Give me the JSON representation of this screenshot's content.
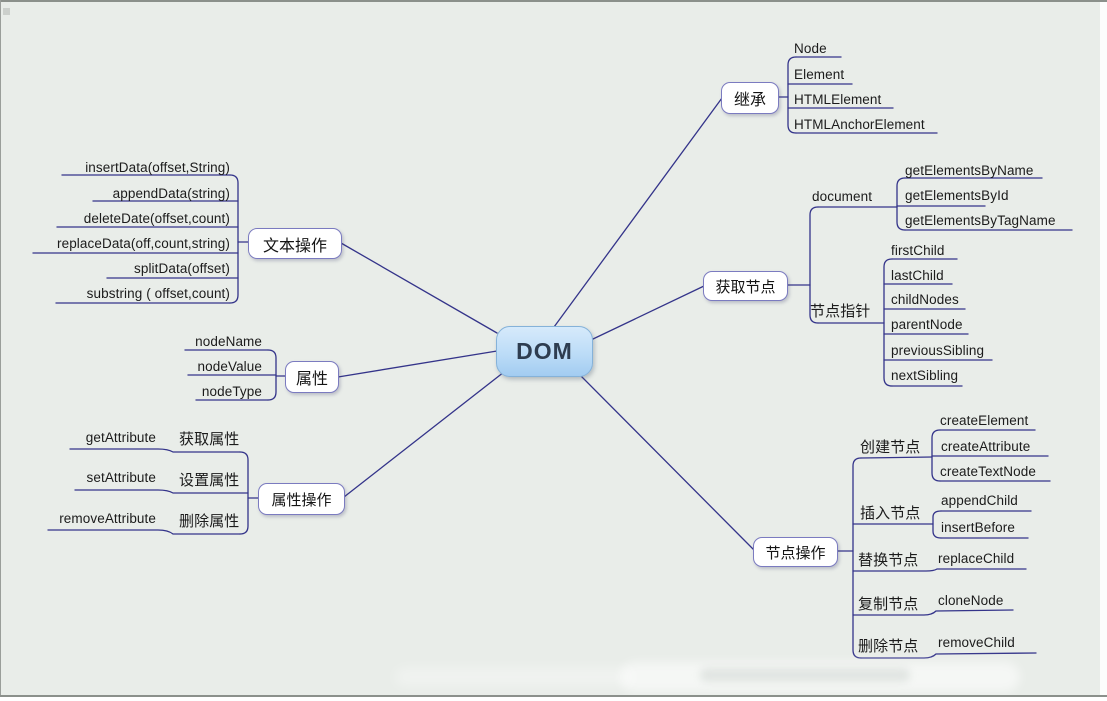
{
  "root": {
    "label": "DOM"
  },
  "inherit": {
    "label": "继承",
    "items": [
      "Node",
      "Element",
      "HTMLElement",
      "HTMLAnchorElement"
    ]
  },
  "getNodes": {
    "label": "获取节点",
    "document": {
      "label": "document",
      "items": [
        "getElementsByName",
        "getElementsById",
        "getElementsByTagName"
      ]
    },
    "pointer": {
      "label": "节点指针",
      "items": [
        "firstChild",
        "lastChild",
        "childNodes",
        "parentNode",
        "previousSibling",
        "nextSibling"
      ]
    }
  },
  "textOps": {
    "label": "文本操作",
    "items": [
      "insertData(offset,String)",
      "appendData(string)",
      "deleteDate(offset,count)",
      "replaceData(off,count,string)",
      "splitData(offset)",
      "substring ( offset,count)"
    ]
  },
  "attrs": {
    "label": "属性",
    "items": [
      "nodeName",
      "nodeValue",
      "nodeType"
    ]
  },
  "attrOps": {
    "label": "属性操作",
    "rows": [
      {
        "en": "getAttribute",
        "zh": "获取属性"
      },
      {
        "en": "setAttribute",
        "zh": "设置属性"
      },
      {
        "en": "removeAttribute",
        "zh": "删除属性"
      }
    ]
  },
  "nodeOps": {
    "label": "节点操作",
    "groups": [
      {
        "label": "创建节点",
        "items": [
          "createElement",
          "createAttribute",
          "createTextNode"
        ]
      },
      {
        "label": "插入节点",
        "items": [
          "appendChild",
          "insertBefore"
        ]
      },
      {
        "label": "替换节点",
        "items": [
          "replaceChild"
        ]
      },
      {
        "label": "复制节点",
        "items": [
          "cloneNode"
        ]
      },
      {
        "label": "删除节点",
        "items": [
          "removeChild"
        ]
      }
    ]
  },
  "colors": {
    "connector": "#34348a",
    "box_border": "#7b7bc0",
    "background": "#e9ede9",
    "root_fill_top": "#d6eafb",
    "root_fill_bottom": "#a2ccf1",
    "root_border": "#85b2d9",
    "root_text": "#2e3d50"
  }
}
